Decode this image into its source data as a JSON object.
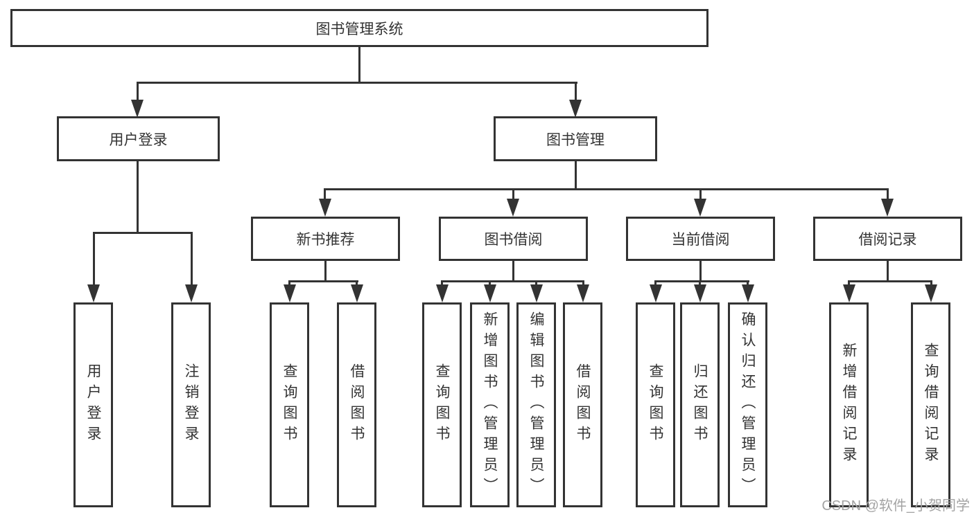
{
  "nodes": {
    "root": {
      "label": "图书管理系统"
    },
    "level2": [
      {
        "label": "用户登录"
      },
      {
        "label": "图书管理"
      }
    ],
    "level3": [
      {
        "label": "新书推荐"
      },
      {
        "label": "图书借阅"
      },
      {
        "label": "当前借阅"
      },
      {
        "label": "借阅记录"
      }
    ],
    "leaves": [
      {
        "label": "用户登录"
      },
      {
        "label": "注销登录"
      },
      {
        "label": "查询图书"
      },
      {
        "label": "借阅图书"
      },
      {
        "label": "查询图书"
      },
      {
        "label": "新增图书（管理员）"
      },
      {
        "label": "编辑图书（管理员）"
      },
      {
        "label": "借阅图书"
      },
      {
        "label": "查询图书"
      },
      {
        "label": "归还图书"
      },
      {
        "label": "确认归还（管理员）"
      },
      {
        "label": "新增借阅记录"
      },
      {
        "label": "查询借阅记录"
      }
    ]
  },
  "watermark": "CSDN @软件_小贺同学",
  "colors": {
    "line": "#333333",
    "text": "#333333",
    "background": "#ffffff",
    "watermark": "#a3a3a3"
  }
}
